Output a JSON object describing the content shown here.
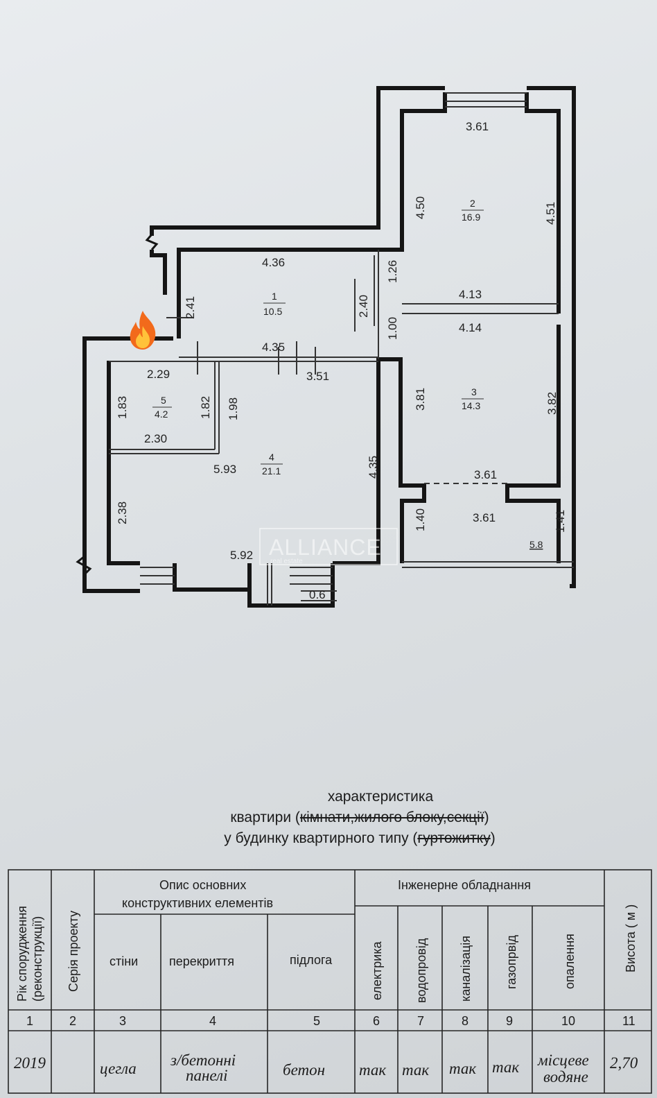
{
  "plan": {
    "dimensions": {
      "top_room2_width": "3.61",
      "room2_left_height": "4.50",
      "room2_right_height": "4.51",
      "room1_top_width": "4.36",
      "room1_left_height": "2.41",
      "room1_right_height": "2.40",
      "corridor_upper": "1.26",
      "corridor_lower": "1.00",
      "room2_bottom_width": "4.13",
      "room3_top_width": "4.14",
      "room1_bottom_width": "4.35",
      "room5_top_width": "2.29",
      "room4_top_width": "3.51",
      "room5_left_height": "1.83",
      "room5_right_height": "1.82",
      "room4_inner_height": "1.98",
      "room5_bottom_width": "2.30",
      "room4_width": "5.93",
      "room4_right_height": "4.35",
      "room3_left_height": "3.81",
      "room3_right_height": "3.82",
      "room3_bottom_width": "3.61",
      "room4_left_height": "2.38",
      "balcony_width": "3.61",
      "balcony_left_height": "1.40",
      "balcony_right_height": "1.41",
      "room4_bottom_width": "5.92",
      "bay_width": "0.6"
    },
    "rooms": [
      {
        "number": "1",
        "area": "10.5"
      },
      {
        "number": "2",
        "area": "16.9"
      },
      {
        "number": "3",
        "area": "14.3"
      },
      {
        "number": "4",
        "area": "21.1"
      },
      {
        "number": "5",
        "area": "4.2"
      }
    ],
    "balcony_area": "5.8",
    "watermark": {
      "brand": "ALLIANCE",
      "sub": "real estate"
    },
    "marker_icon": "fire-icon"
  },
  "heading": {
    "line1": "характеристика",
    "line2_plain": "квартири (",
    "line2_struck": "кімнати,жилого блоку,секції",
    "line2_end": ")",
    "line3_plain": "у будинку квартирного типу (",
    "line3_struck": "гуртожитку",
    "line3_end": ")"
  },
  "table": {
    "headers": {
      "year": [
        "Рік спорудження",
        "(реконструкції)"
      ],
      "series": "Серія проекту",
      "structure_group": [
        "Опис основних",
        "конструктивних елементів"
      ],
      "walls": "стіни",
      "floors": "перекриття",
      "flooring": "підлога",
      "engineering_group": "Інженерне обладнання",
      "electric": "електрика",
      "water": "водопровід",
      "sewer": "каналізація",
      "gas": "газопрвід",
      "heating": "опалення",
      "height": "Висота ( м )"
    },
    "column_numbers": [
      "1",
      "2",
      "3",
      "4",
      "5",
      "6",
      "7",
      "8",
      "9",
      "10",
      "11"
    ],
    "row": {
      "year": "2019",
      "series": "",
      "walls": "цегла",
      "floors": [
        "з/бетонні",
        "панелі"
      ],
      "flooring": "бетон",
      "electric": "так",
      "water": "так",
      "sewer": "так",
      "gas": "так",
      "heating": [
        "місцеве",
        "водяне"
      ],
      "height": "2,70"
    }
  }
}
